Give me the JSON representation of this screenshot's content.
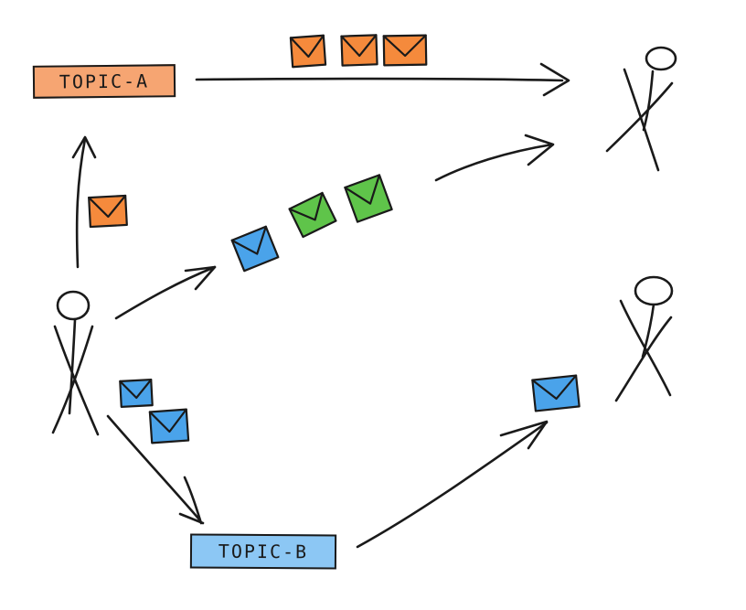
{
  "topics": {
    "topic_a": {
      "label": "TOPIC-A",
      "color": "#f6a572"
    },
    "topic_b": {
      "label": "TOPIC-B",
      "color": "#8cc7f4"
    }
  },
  "actors": [
    {
      "role": "producer",
      "icon": "stick-figure-icon"
    },
    {
      "role": "consumer-top",
      "icon": "stick-figure-icon"
    },
    {
      "role": "consumer-bottom",
      "icon": "stick-figure-icon"
    }
  ],
  "messages": {
    "producer_to_topic_a": {
      "color": "#f58a3c",
      "count": 1
    },
    "topic_a_to_consumer": {
      "color": "#f58a3c",
      "count": 3
    },
    "producer_to_consumer_blue": {
      "color": "#4aa3ea",
      "count": 1
    },
    "producer_to_consumer_green": {
      "color": "#5fc44a",
      "count": 2
    },
    "producer_to_topic_b": {
      "color": "#4aa3ea",
      "count": 2
    },
    "topic_b_to_consumer": {
      "color": "#4aa3ea",
      "count": 1
    }
  },
  "colors": {
    "orange": "#f58a3c",
    "blue": "#4aa3ea",
    "green": "#5fc44a",
    "ink": "#1a1a1a"
  }
}
